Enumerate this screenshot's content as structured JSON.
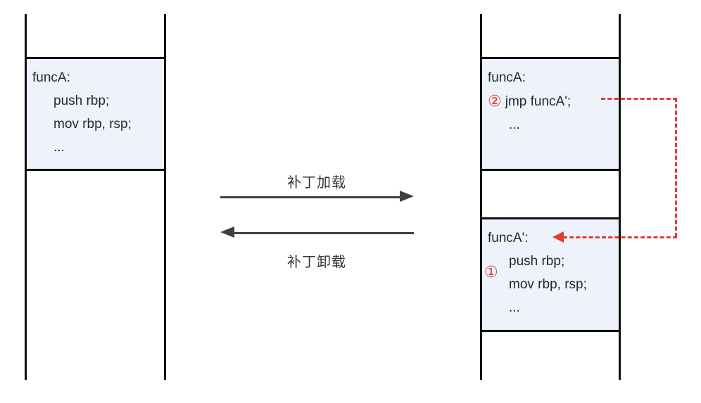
{
  "colors": {
    "block_fill": "#eef2fb",
    "outline": "#0f0f0f",
    "arrow_gray": "#3f3f3f",
    "accent_red": "#e23b33",
    "code_text": "#222831"
  },
  "left_column": {
    "block": {
      "label": "funcA:",
      "instructions": [
        "push rbp;",
        "mov rbp, rsp;",
        "..."
      ]
    }
  },
  "transition": {
    "load_label": "补丁加载",
    "unload_label": "补丁卸载"
  },
  "right_column": {
    "patched_block": {
      "label": "funcA:",
      "step": "②",
      "jump": "jmp funcA';",
      "rest": "..."
    },
    "patch_block": {
      "label": "funcA':",
      "step": "①",
      "instructions": [
        "push rbp;",
        "mov rbp, rsp;",
        "..."
      ]
    }
  }
}
